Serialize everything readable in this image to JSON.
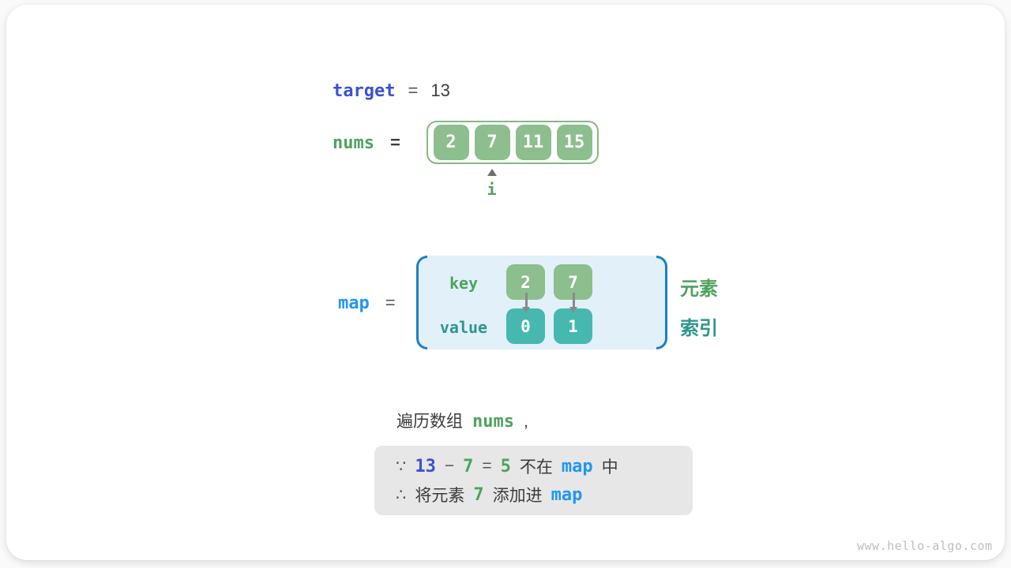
{
  "colors": {
    "keyword_blue": "#3B51D1",
    "map_blue": "#2196F3",
    "green_text": "#4EA25E",
    "teal_text": "#2E968C",
    "array_cell_green": "#8DBE8D",
    "array_border_green": "#83BA83",
    "value_cell_teal": "#47B8AF",
    "map_box_bg": "#E1F0F9",
    "bracket_blue": "#1D7EC9",
    "note_box_bg": "#E7E7E7"
  },
  "target_line": {
    "keyword": "target",
    "equals": "=",
    "value": "13"
  },
  "nums_line": {
    "keyword": "nums",
    "equals": "="
  },
  "array": {
    "values": [
      "2",
      "7",
      "11",
      "15"
    ],
    "pointer_label": "i"
  },
  "map_line": {
    "keyword": "map",
    "equals": "="
  },
  "map_box": {
    "key_label": "key",
    "value_label": "value",
    "keys": [
      "2",
      "7"
    ],
    "values": [
      "0",
      "1"
    ]
  },
  "side_labels": {
    "element": "元素",
    "index": "索引"
  },
  "traverse_line": {
    "prefix": "遍历数组",
    "keyword": "nums",
    "comma": ","
  },
  "note": {
    "line1": {
      "because": "∵",
      "target": "13",
      "minus": "−",
      "operand": "7",
      "equals": "=",
      "result": "5",
      "text_not_in": "不在",
      "map": "map",
      "text_in": "中"
    },
    "line2": {
      "therefore": "∴",
      "text_add": "将元素",
      "operand": "7",
      "text_into": "添加进",
      "map": "map"
    }
  },
  "watermark": "www.hello-algo.com"
}
